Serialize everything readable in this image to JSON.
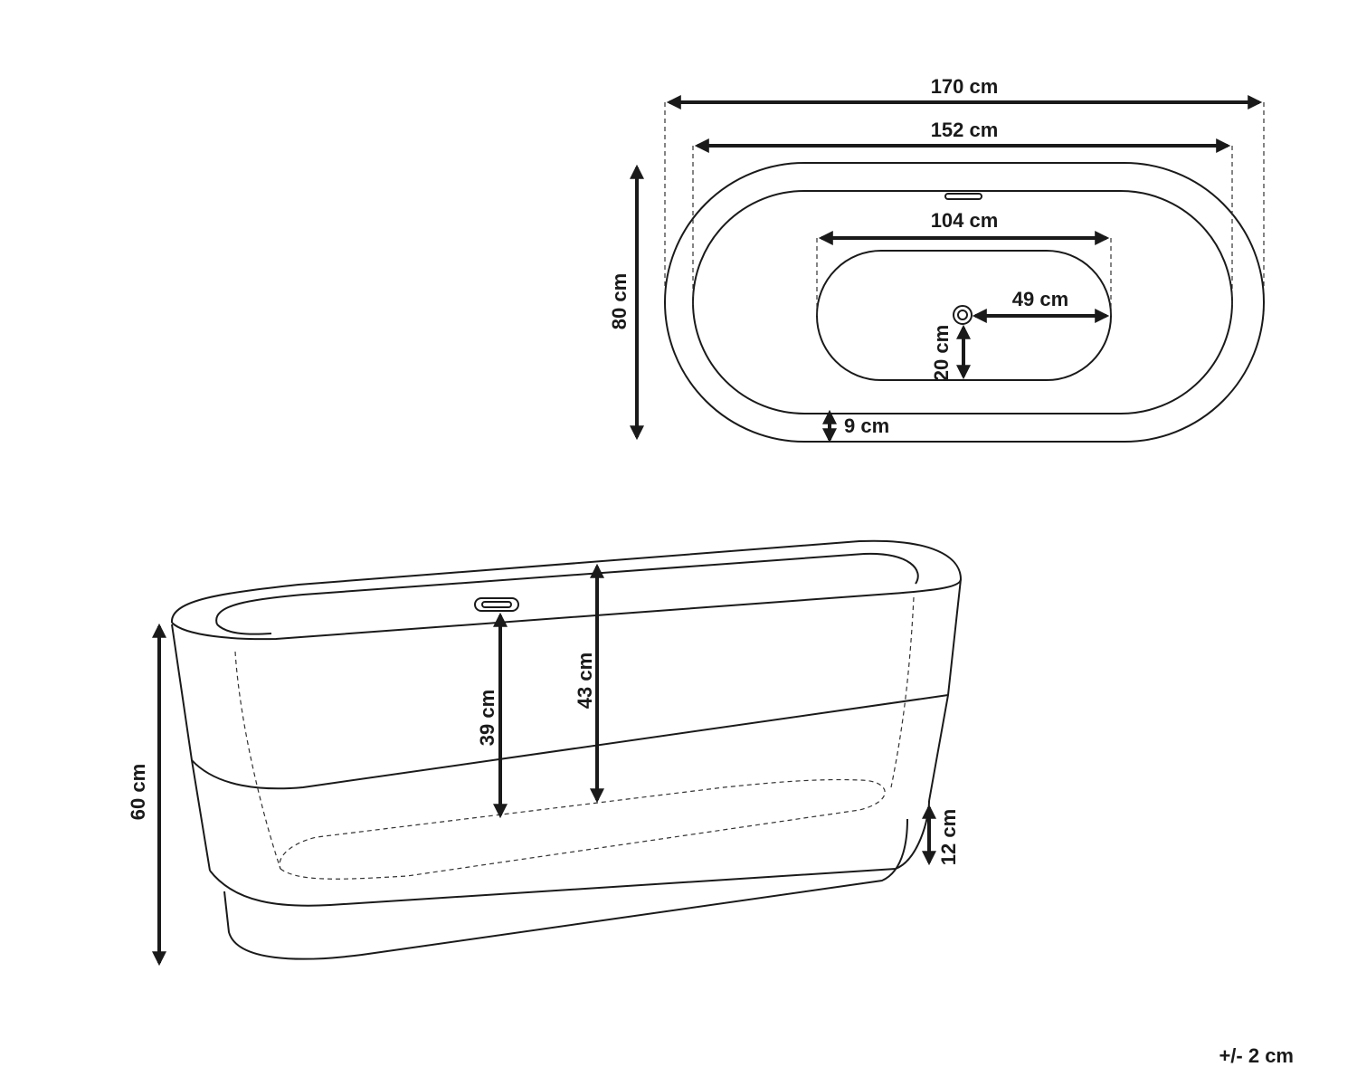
{
  "top_view": {
    "overall_length": "170 cm",
    "inner_length": "152 cm",
    "basin_length": "104 cm",
    "drain_offset": "49 cm",
    "drain_height_offset": "20 cm",
    "overall_width": "80 cm",
    "rim_width": "9 cm"
  },
  "side_view": {
    "overall_height": "60 cm",
    "inner_depth": "39 cm",
    "overall_depth": "43 cm",
    "base_height": "12 cm"
  },
  "tolerance": "+/- 2 cm"
}
